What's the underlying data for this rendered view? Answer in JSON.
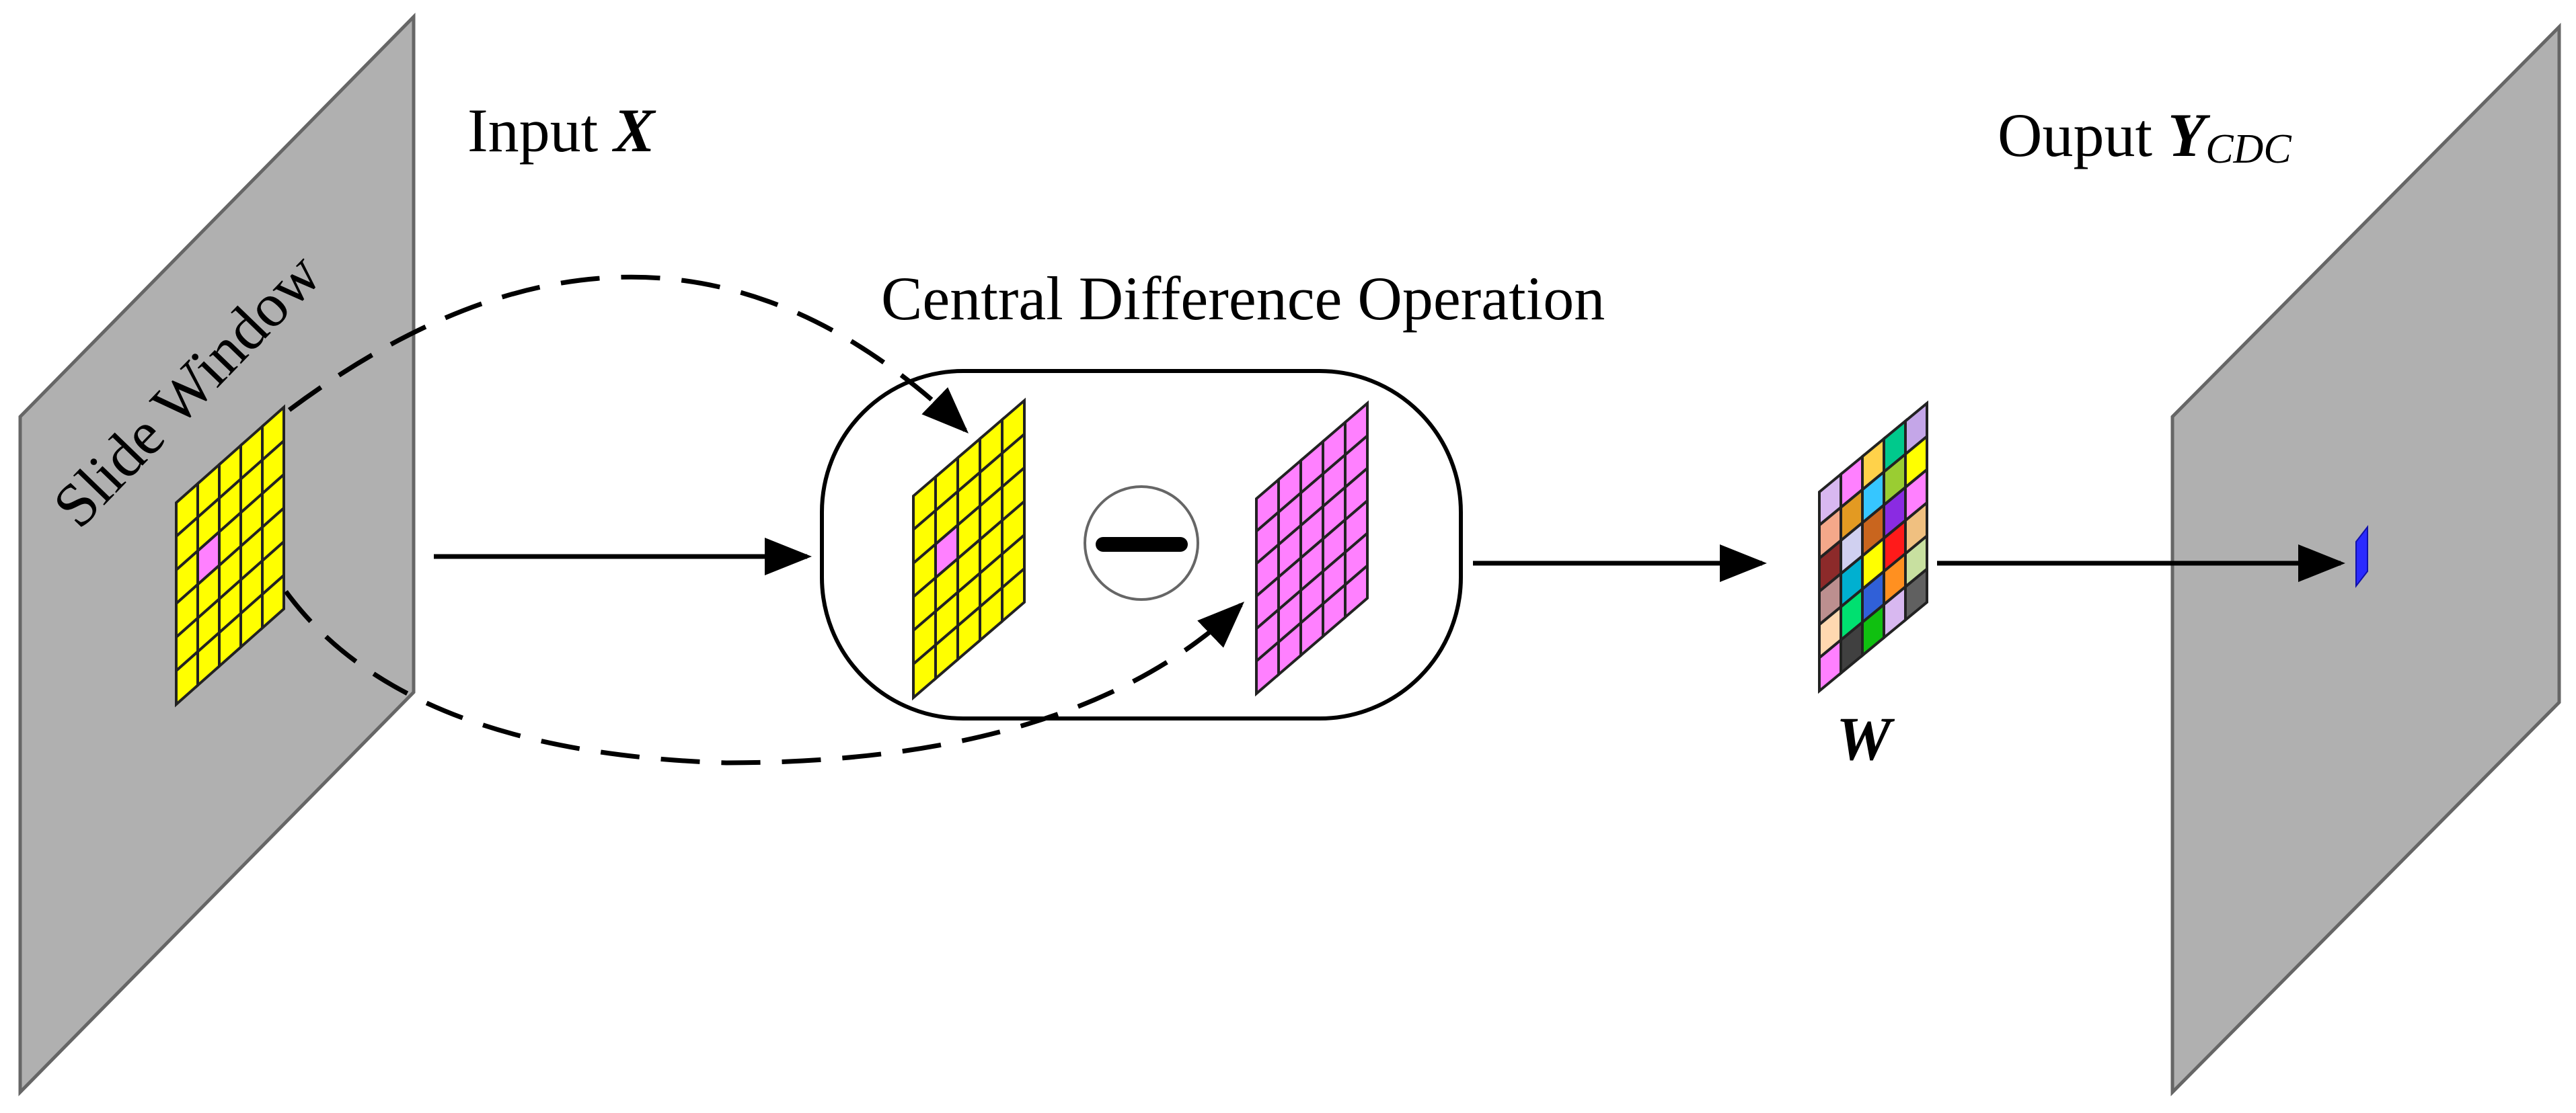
{
  "labels": {
    "slide_window": "Slide Window",
    "input_prefix": "Input ",
    "input_var": "X",
    "operation_title": "Central Difference Operation",
    "output_prefix": "Ouput ",
    "output_var": "Y",
    "output_sub": "CDC",
    "weight_var": "W"
  },
  "symbols": {
    "minus": "minus-sign"
  },
  "colors": {
    "plane_fill": "#b0b0b0",
    "plane_stroke": "#666666",
    "yellow": "#ffff00",
    "magenta": "#ff80ff",
    "blue": "#2a2aff",
    "weight_cells": [
      [
        "#d8b8f0",
        "#ff80ff",
        "#ffd24a",
        "#00c98c",
        "#c4a6e8"
      ],
      [
        "#f4a88a",
        "#e39a22",
        "#36c6ff",
        "#9acd32",
        "#ffff00"
      ],
      [
        "#8c2a2a",
        "#d0d0f0",
        "#c9651e",
        "#8a2be2",
        "#ff80ff"
      ],
      [
        "#bc8f8f",
        "#00b0d0",
        "#ffff00",
        "#ff1a1a",
        "#f0c080"
      ],
      [
        "#ffd8b0",
        "#00e070",
        "#3060d8",
        "#ff9020",
        "#c8e0a0"
      ],
      [
        "#ff80ff",
        "#404040",
        "#10c010",
        "#d8b8f0",
        "#606060"
      ]
    ]
  }
}
